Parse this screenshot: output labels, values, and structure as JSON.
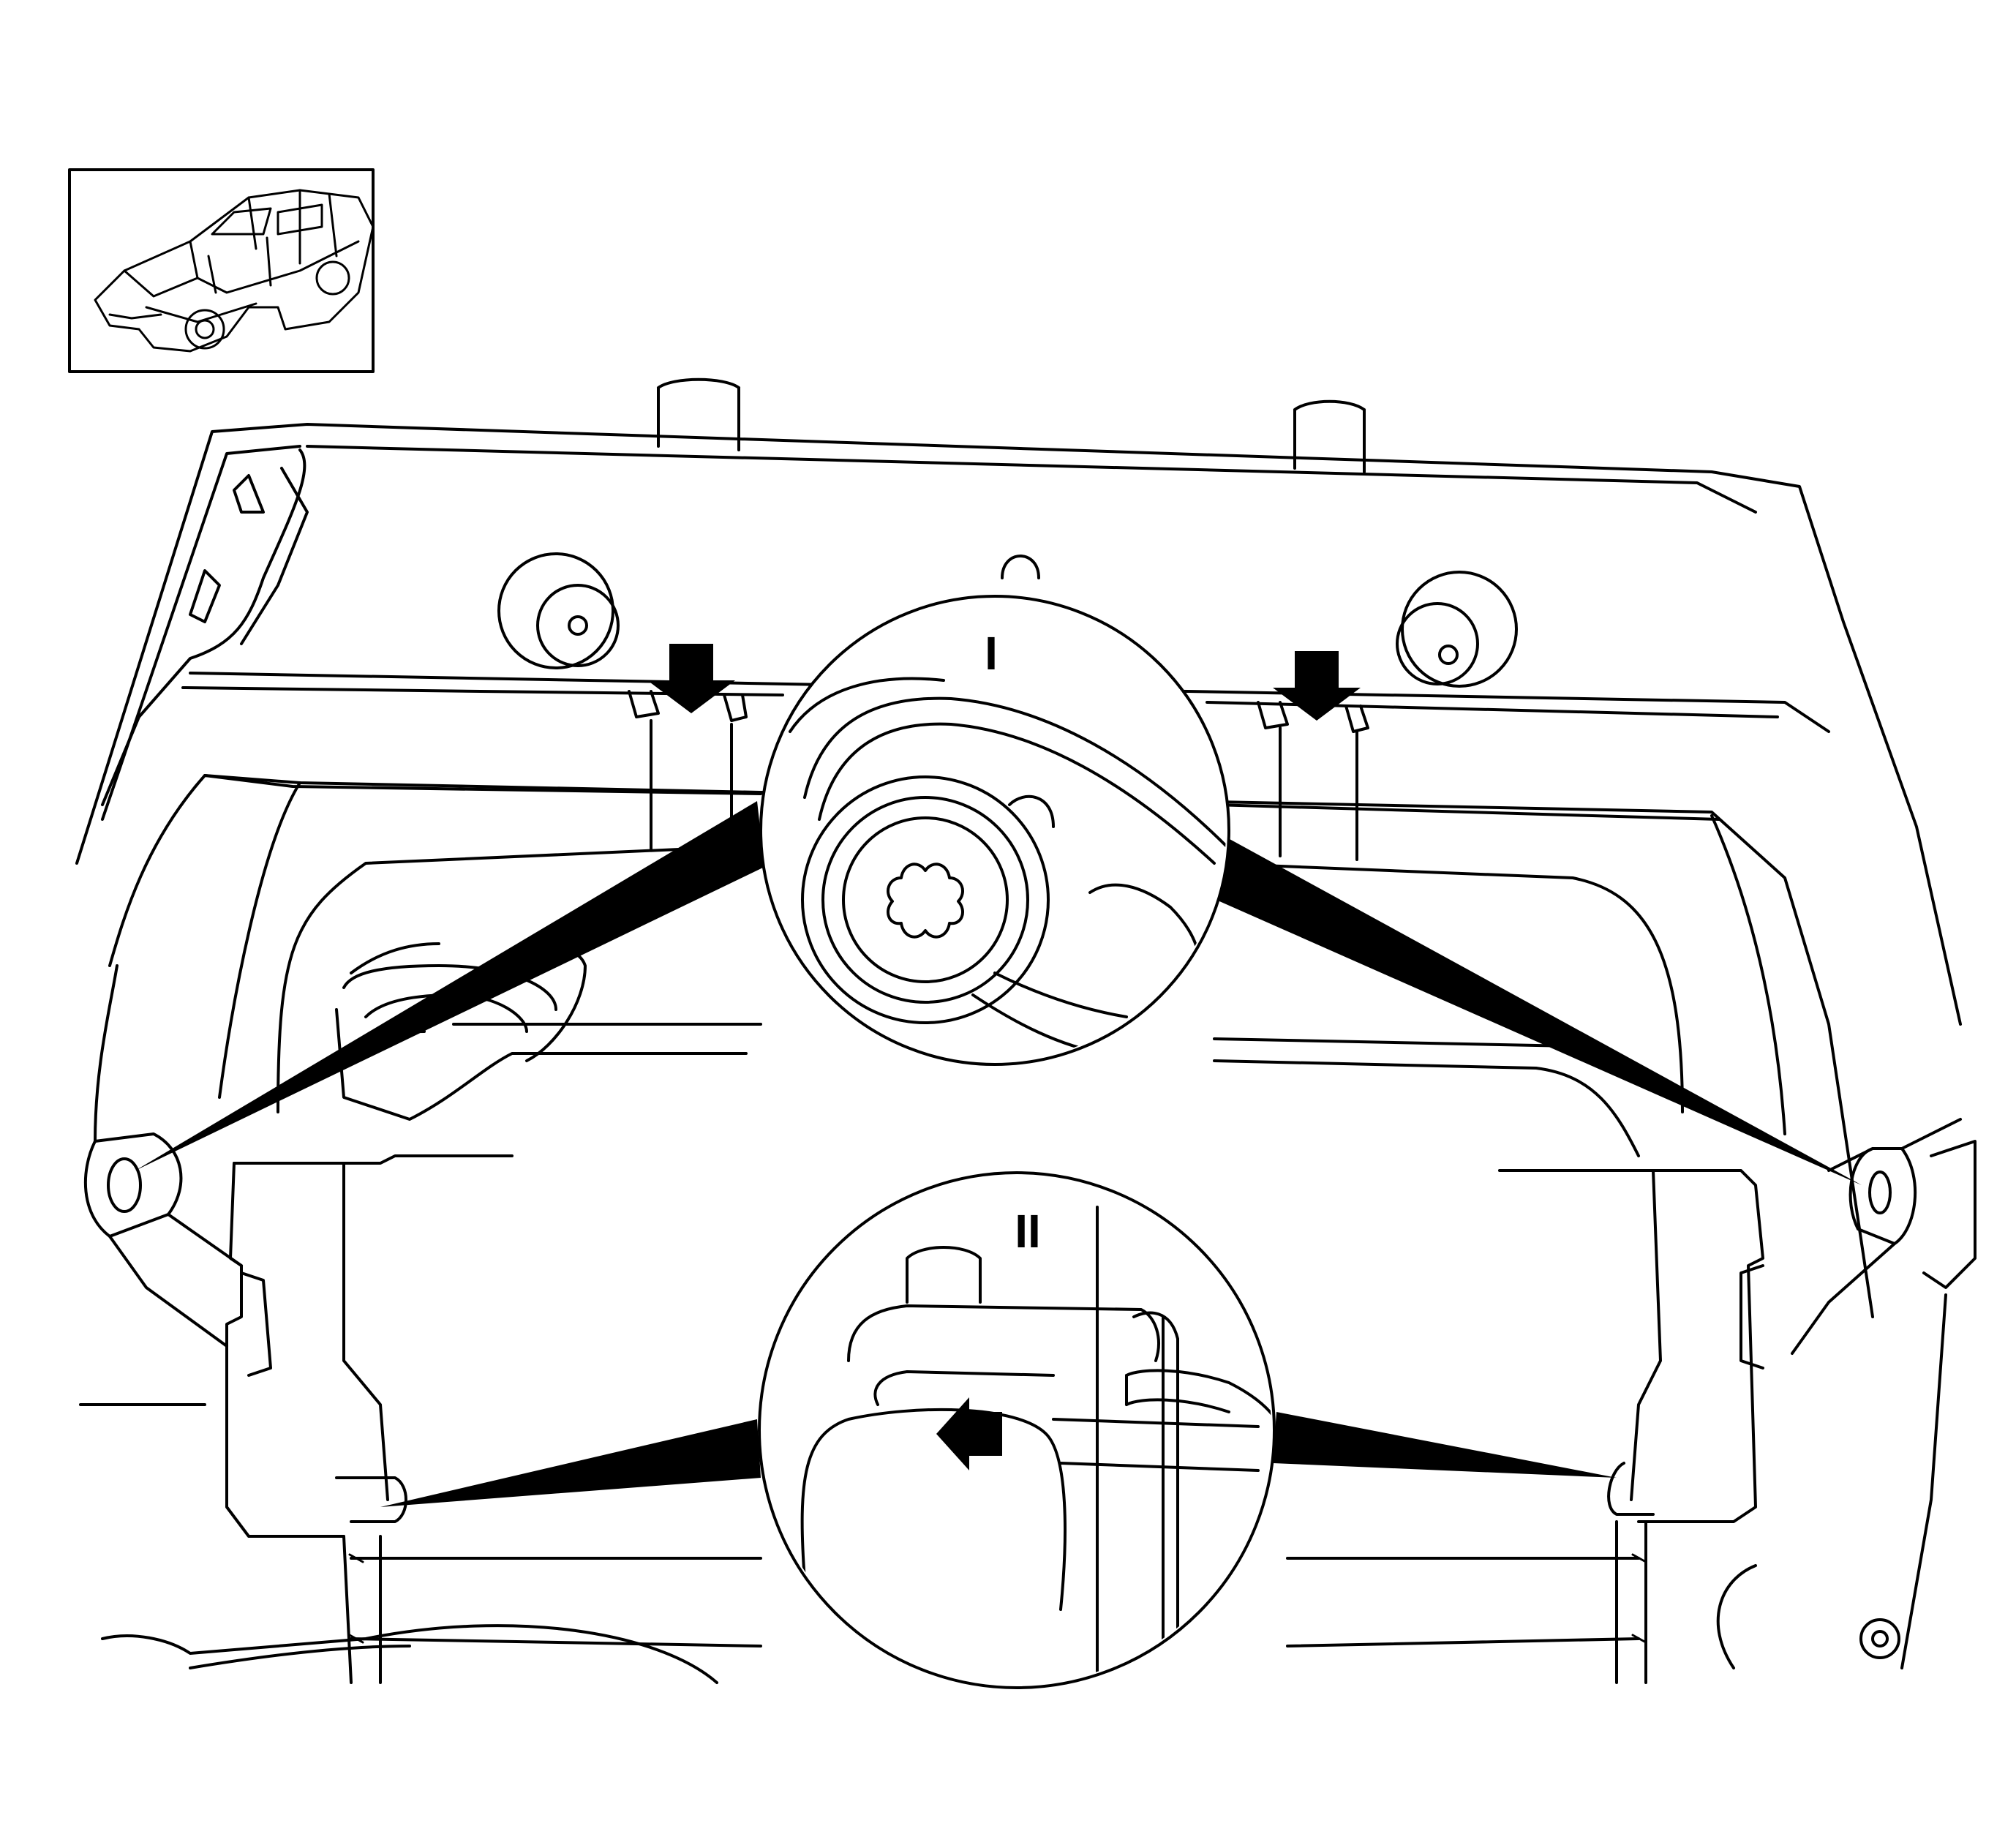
{
  "diagram": {
    "callouts": [
      {
        "id": "detail-1",
        "label": "I"
      },
      {
        "id": "detail-2",
        "label": "II"
      }
    ],
    "colors": {
      "line": "#000000",
      "background": "#ffffff"
    },
    "icons": [
      "vehicle-locator-icon",
      "down-arrow-icon",
      "left-arrow-icon",
      "torx-bolt-icon"
    ]
  }
}
